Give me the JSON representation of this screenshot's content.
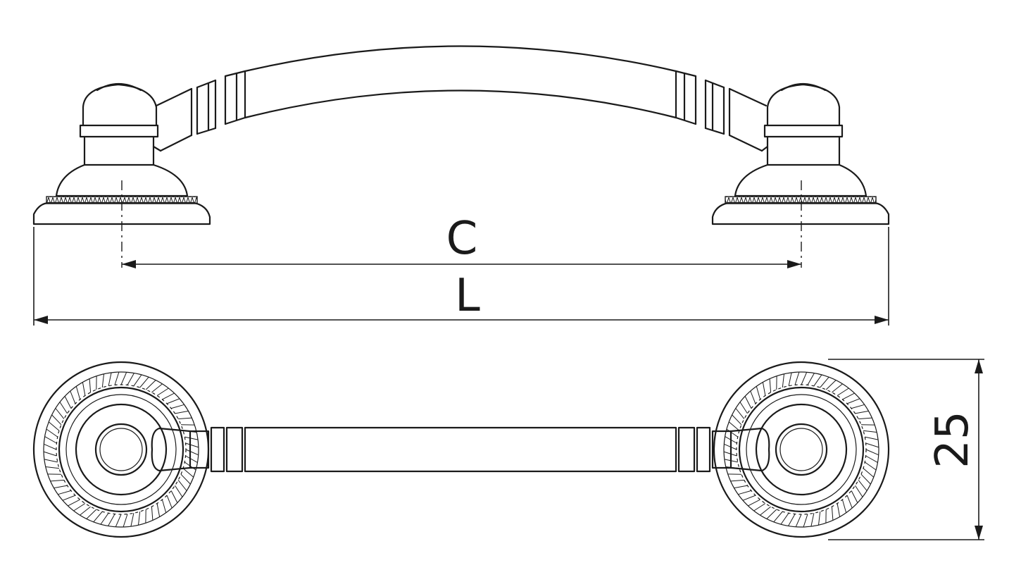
{
  "colors": {
    "line": "#1a1a1a",
    "background": "#ffffff"
  },
  "views": {
    "front": {
      "label_c": "C",
      "label_l": "L"
    },
    "top": {
      "label_height": "25"
    }
  }
}
